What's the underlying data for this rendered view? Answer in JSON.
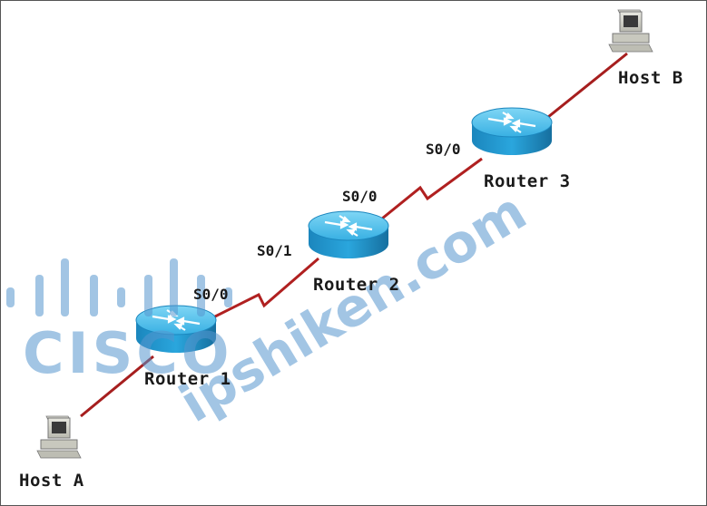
{
  "devices": {
    "host_a": {
      "label": "Host A"
    },
    "host_b": {
      "label": "Host B"
    },
    "router_1": {
      "label": "Router 1",
      "interfaces": [
        "S0/0"
      ]
    },
    "router_2": {
      "label": "Router 2",
      "interfaces": [
        "S0/1",
        "S0/0"
      ]
    },
    "router_3": {
      "label": "Router 3",
      "interfaces": [
        "S0/0"
      ]
    }
  },
  "watermark": {
    "logo_text": "CISCO",
    "site_text": "ipshiken.com"
  },
  "colors": {
    "ethernet_link": "#a61e1e",
    "serial_link": "#b02020",
    "router_body": "#2aa6dd",
    "router_top": "#5ec8f0",
    "watermark": "#5596cd"
  },
  "icons": {
    "host": "desktop-computer-icon",
    "router": "router-icon"
  }
}
